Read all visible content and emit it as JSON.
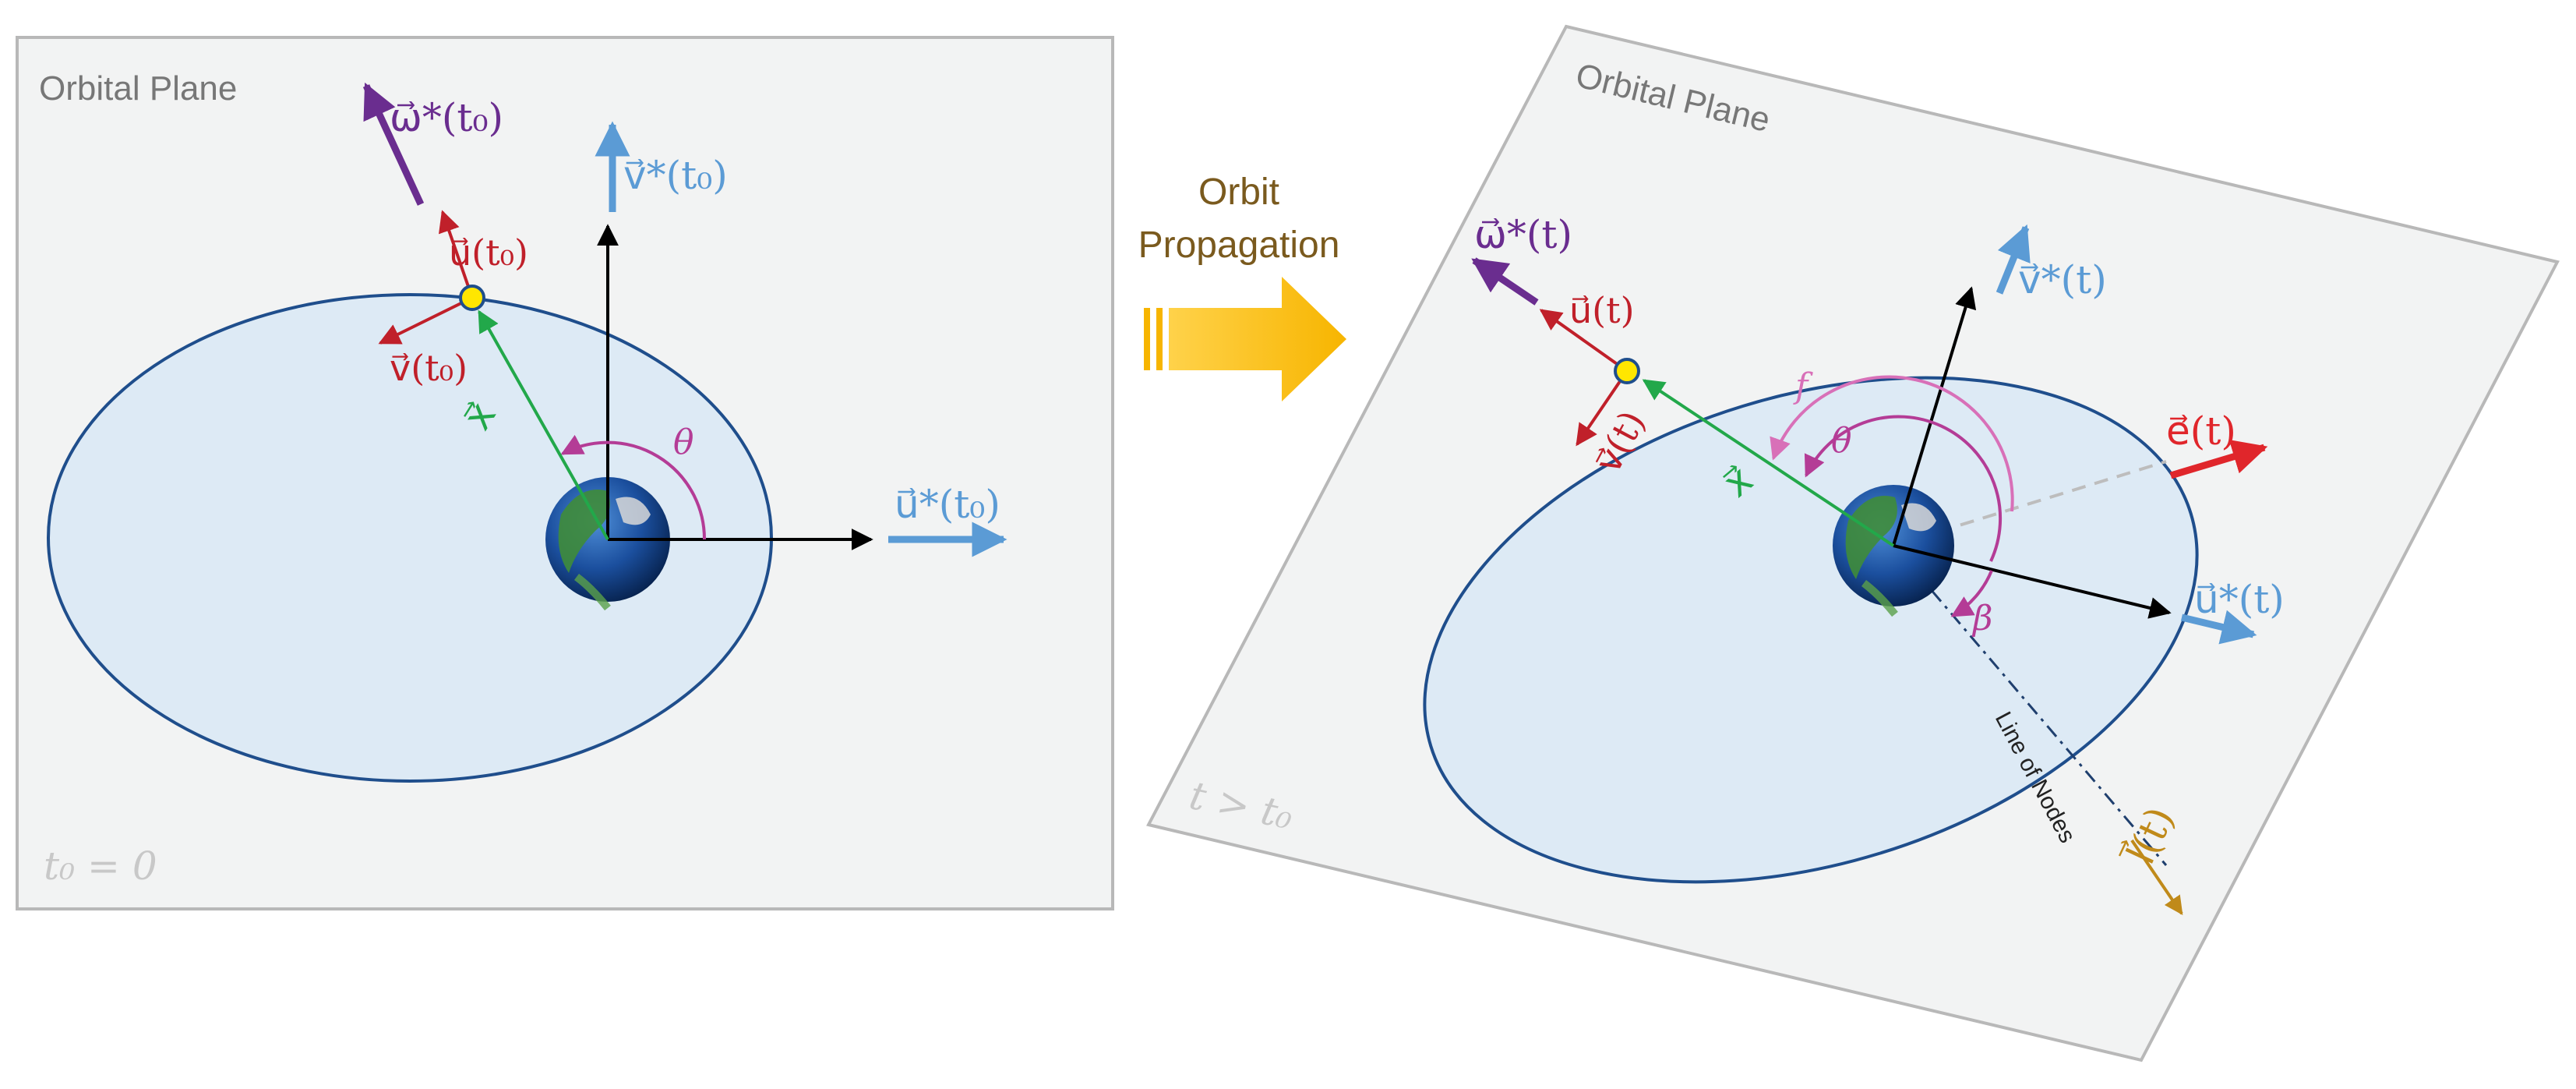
{
  "left_panel": {
    "title": "Orbital Plane",
    "time_label": "t₀ = 0",
    "labels": {
      "omega_star": "ω⃗*(t₀)",
      "v_star": "v⃗*(t₀)",
      "u": "u⃗(t₀)",
      "v": "v⃗(t₀)",
      "x": "x⃗",
      "theta": "θ",
      "u_star": "u⃗*(t₀)"
    }
  },
  "caption": {
    "line1": "Orbit",
    "line2": "Propagation"
  },
  "right_panel": {
    "title": "Orbital Plane",
    "time_label": "t > t₀",
    "line_of_nodes": "Line of Nodes",
    "labels": {
      "omega_star": "ω⃗*(t)",
      "v_star": "v⃗*(t)",
      "u": "u⃗(t)",
      "v": "v⃗(t)",
      "x": "x⃗",
      "f": "f",
      "theta": "θ",
      "e": "e⃗(t)",
      "beta": "β",
      "u_star": "u⃗*(t)",
      "l": "l⃗(t)"
    }
  },
  "colors": {
    "panel_fill": "#f2f3f3",
    "panel_stroke": "#b8b8b8",
    "ellipse_fill": "#ddeaf5",
    "ellipse_stroke": "#1f4e8c",
    "green": "#22a84a",
    "red": "#c0202a",
    "purple": "#6a2d8f",
    "lightblue": "#5b9bd5",
    "magenta": "#b43c96",
    "pink": "#d870b8",
    "black": "#000000",
    "bright_red": "#e0262b",
    "gold": "#c08a1a",
    "arrow_orange": "#fdbf1a",
    "satellite": "#ffe600"
  }
}
